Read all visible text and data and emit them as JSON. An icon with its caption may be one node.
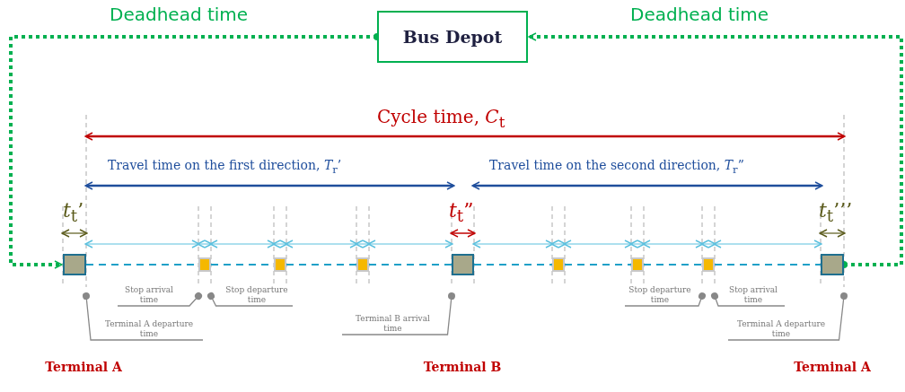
{
  "diagram": {
    "nodes": [
      {
        "text": [
          "Bus Depot"
        ]
      },
      {
        "text": [],
        "shape": "box"
      },
      {
        "text": [],
        "shape": "box"
      },
      {
        "text": [],
        "shape": "box"
      },
      {
        "text": [],
        "shape": "box"
      },
      {
        "text": [],
        "shape": "box"
      },
      {
        "text": [],
        "shape": "box"
      },
      {
        "text": [],
        "shape": "box"
      },
      {
        "text": [],
        "shape": "box"
      },
      {
        "text": [],
        "shape": "box"
      },
      {
        "text": [
          "Stop arrival time"
        ]
      },
      {
        "text": [
          "Stop departure time"
        ]
      },
      {
        "text": [
          "Terminal A departure time"
        ]
      },
      {
        "text": [
          "Terminal B arrival time"
        ]
      },
      {
        "text": [
          "Stop departure time"
        ]
      },
      {
        "text": [
          "Stop arrival time"
        ]
      },
      {
        "text": [
          "Terminal A departure time"
        ]
      }
    ],
    "edges": [
      {
        "from": 0,
        "to": 1,
        "arrow": "to",
        "label": "Deadhead time",
        "style": "dashed",
        "color": "#00b050"
      },
      {
        "from": 9,
        "to": 0,
        "arrow": "to",
        "label": "Deadhead time",
        "style": "dashed",
        "color": "#00b050"
      },
      {
        "from": 1,
        "to": 2,
        "arrow": "none",
        "style": "dashed"
      },
      {
        "from": 2,
        "to": 3,
        "arrow": "none",
        "style": "dashed"
      },
      {
        "from": 3,
        "to": 4,
        "arrow": "none",
        "style": "dashed"
      },
      {
        "from": 4,
        "to": 5,
        "arrow": "none",
        "style": "dashed"
      },
      {
        "from": 5,
        "to": 6,
        "arrow": "none",
        "style": "dashed"
      },
      {
        "from": 6,
        "to": 7,
        "arrow": "none",
        "style": "dashed"
      },
      {
        "from": 7,
        "to": 8,
        "arrow": "none",
        "style": "dashed"
      },
      {
        "from": 8,
        "to": 9,
        "arrow": "none",
        "style": "dashed"
      },
      {
        "from": 10,
        "to": null,
        "arrow": "other",
        "color": "#888888"
      },
      {
        "from": 11,
        "to": null,
        "arrow": "other",
        "color": "#888888"
      },
      {
        "from": 12,
        "to": 1,
        "arrow": "other",
        "color": "#888888"
      },
      {
        "from": 13,
        "to": 5,
        "arrow": "other",
        "color": "#888888"
      },
      {
        "from": 14,
        "to": null,
        "arrow": "other",
        "color": "#888888"
      },
      {
        "from": 15,
        "to": null,
        "arrow": "other",
        "color": "#888888"
      },
      {
        "from": 16,
        "to": 9,
        "arrow": "other",
        "color": "#888888"
      }
    ],
    "labels": [
      "Cycle time, *C*$_{t}$",
      "Travel time on the first direction, *T*$_{r}$’",
      "Travel time on the second direction, *T*$_{r}$”",
      "*t*$_{t}$’",
      "*t*$_{t}$”",
      "*t*$_{t}$’’’",
      "Terminal A",
      "Terminal B",
      "Terminal A"
    ]
  }
}
